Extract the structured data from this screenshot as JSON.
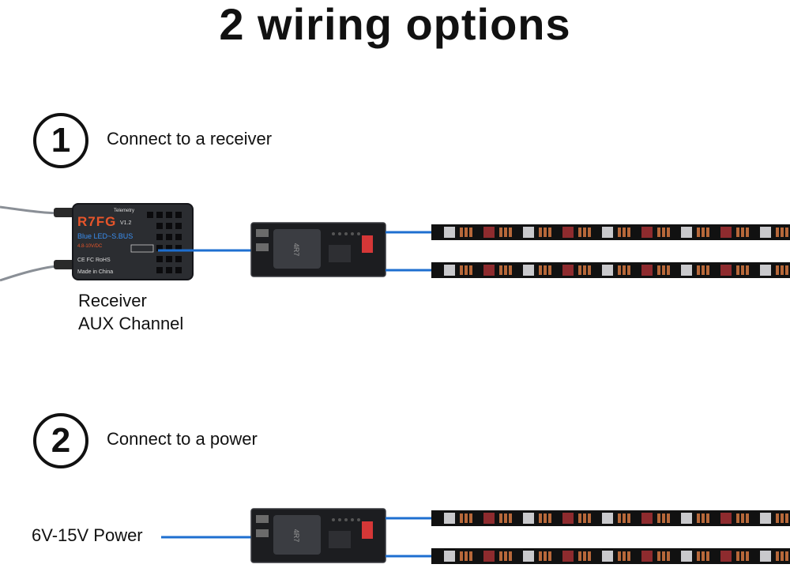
{
  "title": "2 wiring options",
  "option1": {
    "number": "1",
    "label": "Connect to a receiver",
    "receiver": {
      "model": "R7FG",
      "version": "V1.2",
      "telemetry": "Telemetry",
      "line1": "Blue LED~S.BUS",
      "line2": "4.8-10V/DC",
      "made_in": "Made in China",
      "cert": "CE FC RoHS"
    },
    "caption_line1": "Receiver",
    "caption_line2": "AUX Channel"
  },
  "option2": {
    "number": "2",
    "label": "Connect to a power",
    "power_label": "6V-15V Power"
  },
  "controller_chip_label": "4R7",
  "colors": {
    "wire": "#1e6fd0",
    "strip": "#111111",
    "led_copper": "#b7683a",
    "led_red": "#8e2b2e",
    "led_gray": "#c9c9cc"
  }
}
